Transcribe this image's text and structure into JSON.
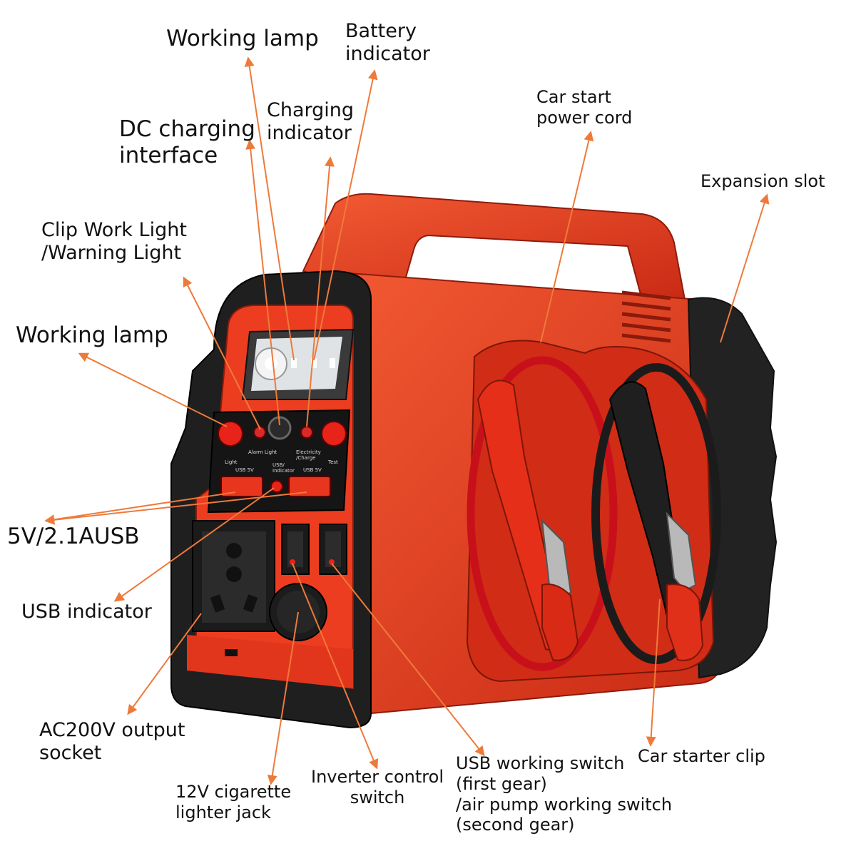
{
  "labels": {
    "working_lamp_top": "Working lamp",
    "battery_indicator": "Battery\nindicator",
    "charging_indicator": "Charging\nindicator",
    "dc_charging_interface": "DC charging\ninterface",
    "car_start_power_cord": "Car start\npower cord",
    "expansion_slot": "Expansion slot",
    "clip_work_light": "Clip Work Light\n/Warning Light",
    "working_lamp_left": "Working lamp",
    "usb_5v": "5V/2.1AUSB",
    "usb_indicator": "USB indicator",
    "ac_socket": "AC200V output\nsocket",
    "cigarette_jack": "12V cigarette\nlighter jack",
    "inverter_switch": "Inverter control\nswitch",
    "usb_switch": "USB working switch\n(first gear)\n/air pump working switch\n(second gear)",
    "car_starter_clip": "Car starter clip"
  },
  "panel_text": {
    "light": "Light",
    "alarm_light": "Alarm Light",
    "usb_indicator": "USB/\nIndicator",
    "electricity_charge": "Electricity\n/Charge",
    "test": "Test",
    "usb_5v_left": "USB 5V",
    "usb_5v_right": "USB 5V"
  },
  "colors": {
    "arrow": "#ee7a3a",
    "body_red": "#e8351d",
    "rubber_black": "#222222"
  }
}
